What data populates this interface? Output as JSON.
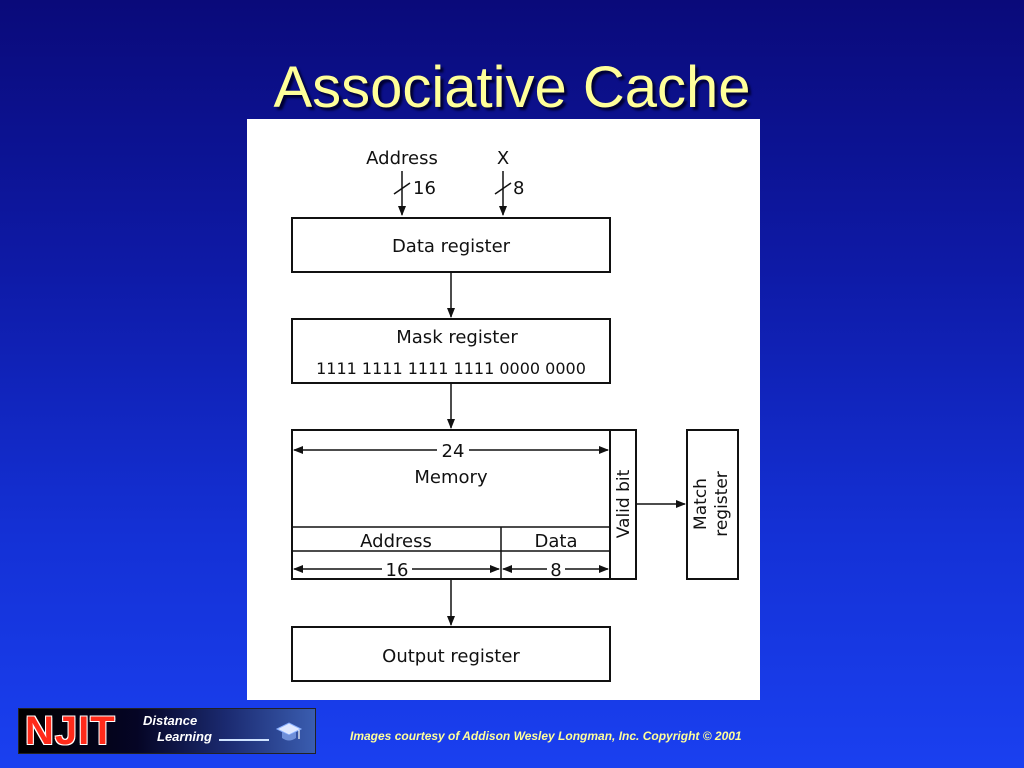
{
  "slide": {
    "title": "Associative Cache",
    "credit": "Images courtesy of Addison Wesley Longman, Inc. Copyright © 2001"
  },
  "logo": {
    "name": "NJIT",
    "line1": "Distance",
    "line2": "Learning"
  },
  "diagram": {
    "inputs": {
      "address_label": "Address",
      "address_width": "16",
      "x_label": "X",
      "x_width": "8"
    },
    "data_register": "Data register",
    "mask_register": {
      "label": "Mask register",
      "value": "1111 1111 1111 1111 0000 0000"
    },
    "memory": {
      "width": "24",
      "label": "Memory",
      "address_label": "Address",
      "data_label": "Data",
      "address_width": "16",
      "data_width": "8",
      "valid_bit": "Valid bit"
    },
    "match_register": {
      "line1": "Match",
      "line2": "register"
    },
    "output_register": "Output register"
  },
  "colors": {
    "title": "#ffff99",
    "credit": "#ffff99",
    "njit_red": "#ff2a1a"
  }
}
